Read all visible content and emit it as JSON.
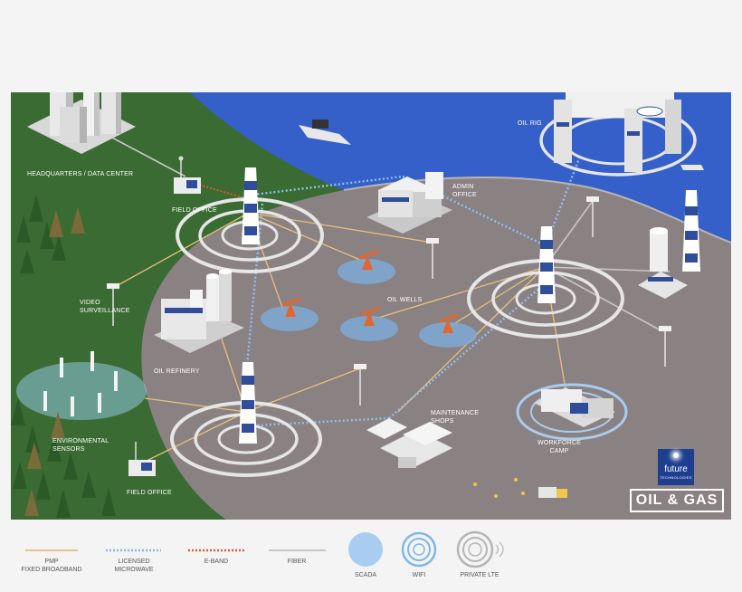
{
  "labels": {
    "headquarters": "HEADQUARTERS / DATA CENTER",
    "field_office_top": "FIELD OFFICE",
    "admin_office": [
      "ADMIN",
      "OFFICE"
    ],
    "oil_rig": "OIL RIG",
    "oil_wells": "OIL WELLS",
    "video_surveillance": [
      "VIDEO",
      "SURVEILLANCE"
    ],
    "oil_refinery": "OIL REFINERY",
    "maintenance_shops": [
      "MAINTENANCE",
      "SHOPS"
    ],
    "environmental_sensors": [
      "ENVIRONMENTAL",
      "SENSORS"
    ],
    "field_office_bottom": "FIELD OFFICE",
    "workforce_camp": [
      "WORKFORCE",
      "CAMP"
    ]
  },
  "brand": {
    "logo_word": "future",
    "logo_sub": "TECHNOLOGIES",
    "title": "OIL & GAS"
  },
  "legend": [
    {
      "id": "pmp",
      "lines": [
        "PMP",
        "FIXED BROADBAND"
      ],
      "style": "line",
      "color": "#e8c27a"
    },
    {
      "id": "licensed",
      "lines": [
        "LICENSED",
        "MICROWAVE"
      ],
      "style": "dotted",
      "color": "#7fb6ea"
    },
    {
      "id": "eband",
      "lines": [
        "E-BAND"
      ],
      "style": "dotted",
      "color": "#e0573a"
    },
    {
      "id": "fiber",
      "lines": [
        "FIBER"
      ],
      "style": "line",
      "color": "#c6c6c6"
    },
    {
      "id": "scada",
      "lines": [
        "SCADA"
      ],
      "style": "disc",
      "color": "#a9cdf0"
    },
    {
      "id": "wifi",
      "lines": [
        "WIFI"
      ],
      "style": "rings",
      "color": "#7fb6ea"
    },
    {
      "id": "private_lte",
      "lines": [
        "PRIVATE LTE"
      ],
      "style": "rings",
      "color": "#b8b8b8"
    }
  ],
  "colors": {
    "grass": "#3a6b32",
    "water": "#3560c9",
    "ground": "#8a8183",
    "pmp": "#e8c27a",
    "microwave": "#7fb6ea",
    "eband": "#e0573a",
    "fiber": "#c6c6c6"
  }
}
